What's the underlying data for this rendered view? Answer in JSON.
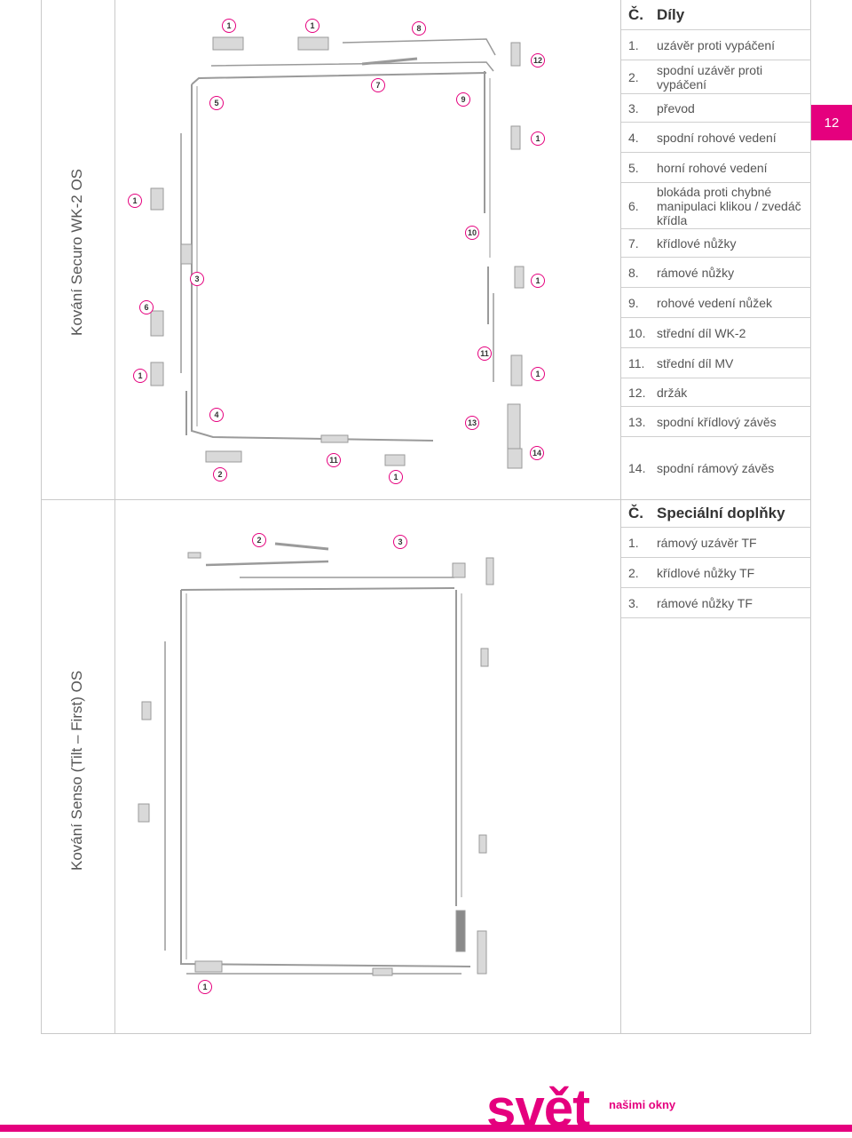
{
  "page_number": "12",
  "section1": {
    "title": "Kování Securo WK-2 OS",
    "table_header": {
      "no": "Č.",
      "label": "Díly"
    },
    "parts": [
      {
        "no": "1.",
        "label": "uzávěr proti vypáčení"
      },
      {
        "no": "2.",
        "label": "spodní  uzávěr proti vypáčení"
      },
      {
        "no": "3.",
        "label": "převod"
      },
      {
        "no": "4.",
        "label": "spodní rohové vedení"
      },
      {
        "no": "5.",
        "label": "horní rohové vedení"
      },
      {
        "no": "6.",
        "label": "blokáda proti chybné manipulaci klikou / zvedáč křídla"
      },
      {
        "no": "7.",
        "label": "křídlové nůžky"
      },
      {
        "no": "8.",
        "label": "rámové nůžky"
      },
      {
        "no": "9.",
        "label": "rohové vedení nůžek"
      },
      {
        "no": "10.",
        "label": "střední díl WK-2"
      },
      {
        "no": "11.",
        "label": "střední díl MV"
      },
      {
        "no": "12.",
        "label": "držák"
      },
      {
        "no": "13.",
        "label": "spodní křídlový závěs"
      },
      {
        "no": "14.",
        "label": "spodní rámový závěs"
      }
    ],
    "callouts": [
      "1",
      "1",
      "8",
      "12",
      "7",
      "5",
      "9",
      "1",
      "1",
      "10",
      "3",
      "1",
      "6",
      "1",
      "11",
      "1",
      "4",
      "13",
      "14",
      "2",
      "11",
      "1"
    ]
  },
  "section2": {
    "title": "Kování Senso (Tilt – First) OS",
    "table_header": {
      "no": "Č.",
      "label": "Speciální doplňky"
    },
    "parts": [
      {
        "no": "1.",
        "label": "rámový uzávěr TF"
      },
      {
        "no": "2.",
        "label": "křídlové nůžky TF"
      },
      {
        "no": "3.",
        "label": "rámové nůžky TF"
      }
    ],
    "callouts": [
      "2",
      "3",
      "1"
    ]
  },
  "footer": {
    "logo": "svět",
    "tagline": "našimi okny"
  },
  "colors": {
    "accent": "#e5007e",
    "line": "#c9c9c9",
    "hardware": "#9a9a9a"
  }
}
